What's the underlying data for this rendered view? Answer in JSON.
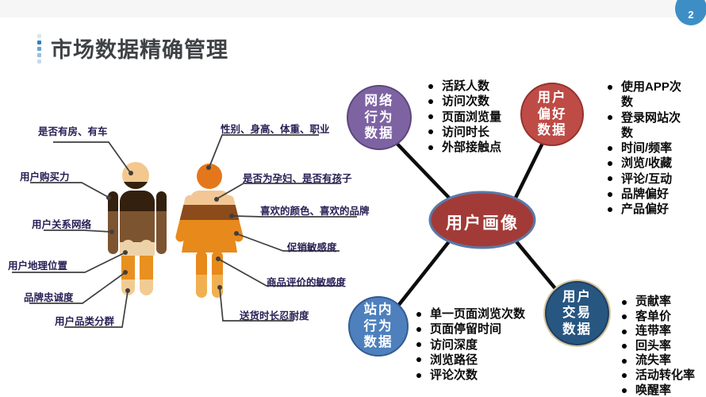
{
  "page": {
    "badge": "2"
  },
  "header": {
    "title": "市场数据精确管理"
  },
  "profile": {
    "male_labels": [
      "是否有房、有车",
      "用户购买力",
      "用户关系网络",
      "用户地理位置",
      "品牌忠诚度",
      "用户品类分群"
    ],
    "female_labels": [
      "性别、身高、体重、职业",
      "是否为孕妇、是否有孩子",
      "喜欢的颜色、喜欢的品牌",
      "促销敏感度",
      "商品评价的敏感度",
      "送货时长忍耐度"
    ]
  },
  "mindmap": {
    "center_label": "用户画像",
    "nodes": [
      {
        "id": "network",
        "title_lines": [
          "网络",
          "行为",
          "数据"
        ],
        "items": [
          "活跃人数",
          "访问次数",
          "页面浏览量",
          "访问时长",
          "外部接触点"
        ]
      },
      {
        "id": "preference",
        "title_lines": [
          "用户",
          "偏好",
          "数据"
        ],
        "items": [
          "使用APP次数",
          "登录网站次数",
          "时间/频率",
          "浏览/收藏",
          "评论/互动",
          "品牌偏好",
          "产品偏好"
        ]
      },
      {
        "id": "onsite",
        "title_lines": [
          "站内",
          "行为",
          "数据"
        ],
        "items": [
          "单一页面浏览次数",
          "页面停留时间",
          "访问深度",
          "浏览路径",
          "评论次数"
        ]
      },
      {
        "id": "transaction",
        "title_lines": [
          "用户",
          "交易",
          "数据"
        ],
        "items": [
          "贡献率",
          "客单价",
          "连带率",
          "回头率",
          "流失率",
          "活动转化率",
          "唤醒率"
        ]
      }
    ]
  },
  "colors": {
    "badge_blue": "#3e8ec6",
    "title_text": "#3f4245",
    "label_text": "#282055",
    "network_fill": "#7e63a3",
    "network_border": "#5c487b",
    "preference_fill": "#be4b46",
    "preference_border": "#94322f",
    "onsite_fill": "#4e80bd",
    "onsite_border": "#335c92",
    "transaction_fill": "#275681",
    "transaction_border": "#1e3f61",
    "transaction_ring": "#d6c7a0",
    "center_fill": "#a23b38",
    "center_border": "#5b79a6"
  }
}
